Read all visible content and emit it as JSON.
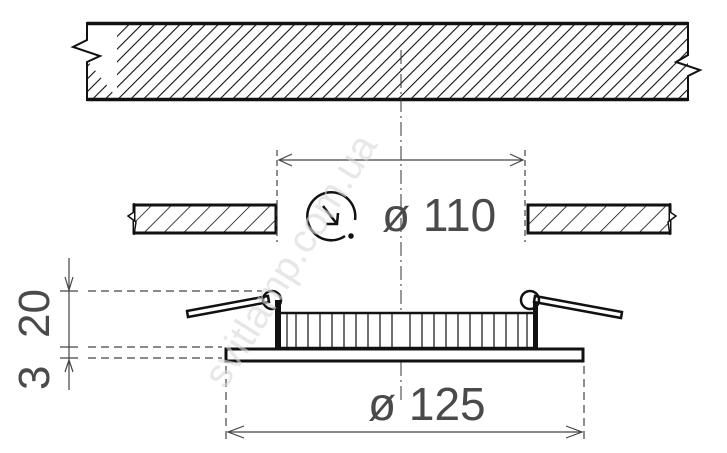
{
  "dimensions": {
    "cutout_diameter": "ø 110",
    "outer_diameter": "ø 125",
    "body_height": "20",
    "flange_height": "3"
  },
  "watermark": "svitlamp.com.ua",
  "colors": {
    "line": "#1a1a1a",
    "dimension": "#555555"
  }
}
